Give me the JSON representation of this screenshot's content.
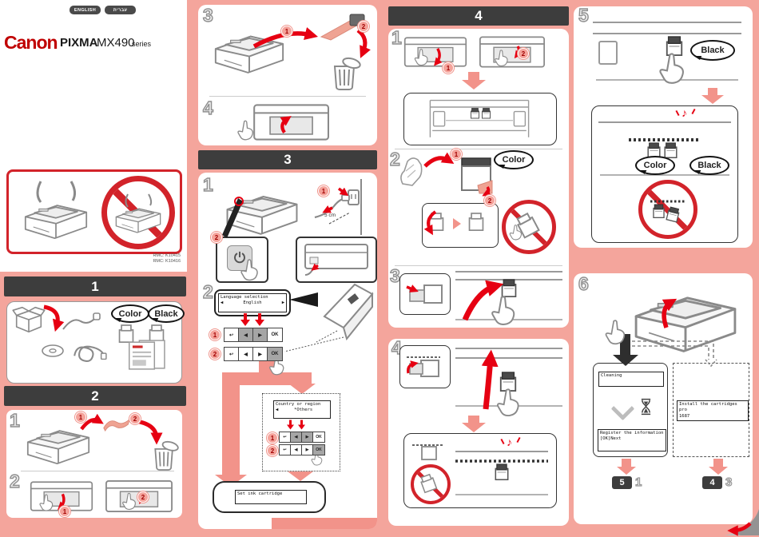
{
  "topbar": {
    "english": "ENGLISH",
    "hebrew": "עברית"
  },
  "brand": {
    "canon": "Canon",
    "pixma": "PIXMA",
    "model": "MX490",
    "series": "series"
  },
  "rmc": {
    "line1": "RMC: K10415",
    "line2": "RMC: K10416"
  },
  "marks": {
    "n1": "1",
    "n2": "2"
  },
  "bubbles": {
    "color": "Color",
    "black": "Black"
  },
  "panel_keys": {
    "back": "↩",
    "left": "◀",
    "right": "▶",
    "ok": "OK"
  },
  "s1": {
    "header": "1"
  },
  "s2": {
    "header": "2",
    "step1": "1",
    "step2": "2",
    "substep3": "3",
    "substep4": "4"
  },
  "s3": {
    "header": "3",
    "step1": "1",
    "step2": "2",
    "distance": "5 cm",
    "lcd_language": {
      "line1": "Language selection",
      "line2": "English"
    },
    "lcd_country": {
      "line1": "Country or region",
      "line2": "*Others"
    },
    "lcd_set_ink": "Set ink cartridge"
  },
  "s4": {
    "header": "4",
    "step1": "1",
    "step2": "2",
    "step3": "3",
    "step4": "4"
  },
  "s5": {
    "num": "5"
  },
  "s6": {
    "num": "6",
    "lcd_cleaning": "Cleaning",
    "lcd_register": {
      "line1": "Register the information",
      "line2": "[OK]Next"
    },
    "lcd_install": {
      "line1": "Install the cartridges pro",
      "line2": "1687"
    },
    "goto_a": {
      "page": "5",
      "step": "1"
    },
    "goto_b": {
      "page": "4",
      "step": "3"
    }
  }
}
